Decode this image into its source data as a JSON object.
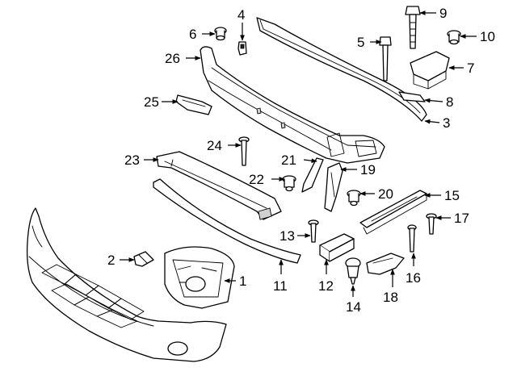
{
  "diagram": {
    "callouts": [
      {
        "id": "c1",
        "label": "1"
      },
      {
        "id": "c2",
        "label": "2"
      },
      {
        "id": "c3",
        "label": "3"
      },
      {
        "id": "c4",
        "label": "4"
      },
      {
        "id": "c5",
        "label": "5"
      },
      {
        "id": "c6",
        "label": "6"
      },
      {
        "id": "c7",
        "label": "7"
      },
      {
        "id": "c8",
        "label": "8"
      },
      {
        "id": "c9",
        "label": "9"
      },
      {
        "id": "c10",
        "label": "10"
      },
      {
        "id": "c11",
        "label": "11"
      },
      {
        "id": "c12",
        "label": "12"
      },
      {
        "id": "c13",
        "label": "13"
      },
      {
        "id": "c14",
        "label": "14"
      },
      {
        "id": "c15",
        "label": "15"
      },
      {
        "id": "c16",
        "label": "16"
      },
      {
        "id": "c17",
        "label": "17"
      },
      {
        "id": "c18",
        "label": "18"
      },
      {
        "id": "c19",
        "label": "19"
      },
      {
        "id": "c20",
        "label": "20"
      },
      {
        "id": "c21",
        "label": "21"
      },
      {
        "id": "c22",
        "label": "22"
      },
      {
        "id": "c23",
        "label": "23"
      },
      {
        "id": "c24",
        "label": "24"
      },
      {
        "id": "c25",
        "label": "25"
      },
      {
        "id": "c26",
        "label": "26"
      }
    ],
    "colors": {
      "line": "#000000",
      "background": "#ffffff"
    }
  }
}
